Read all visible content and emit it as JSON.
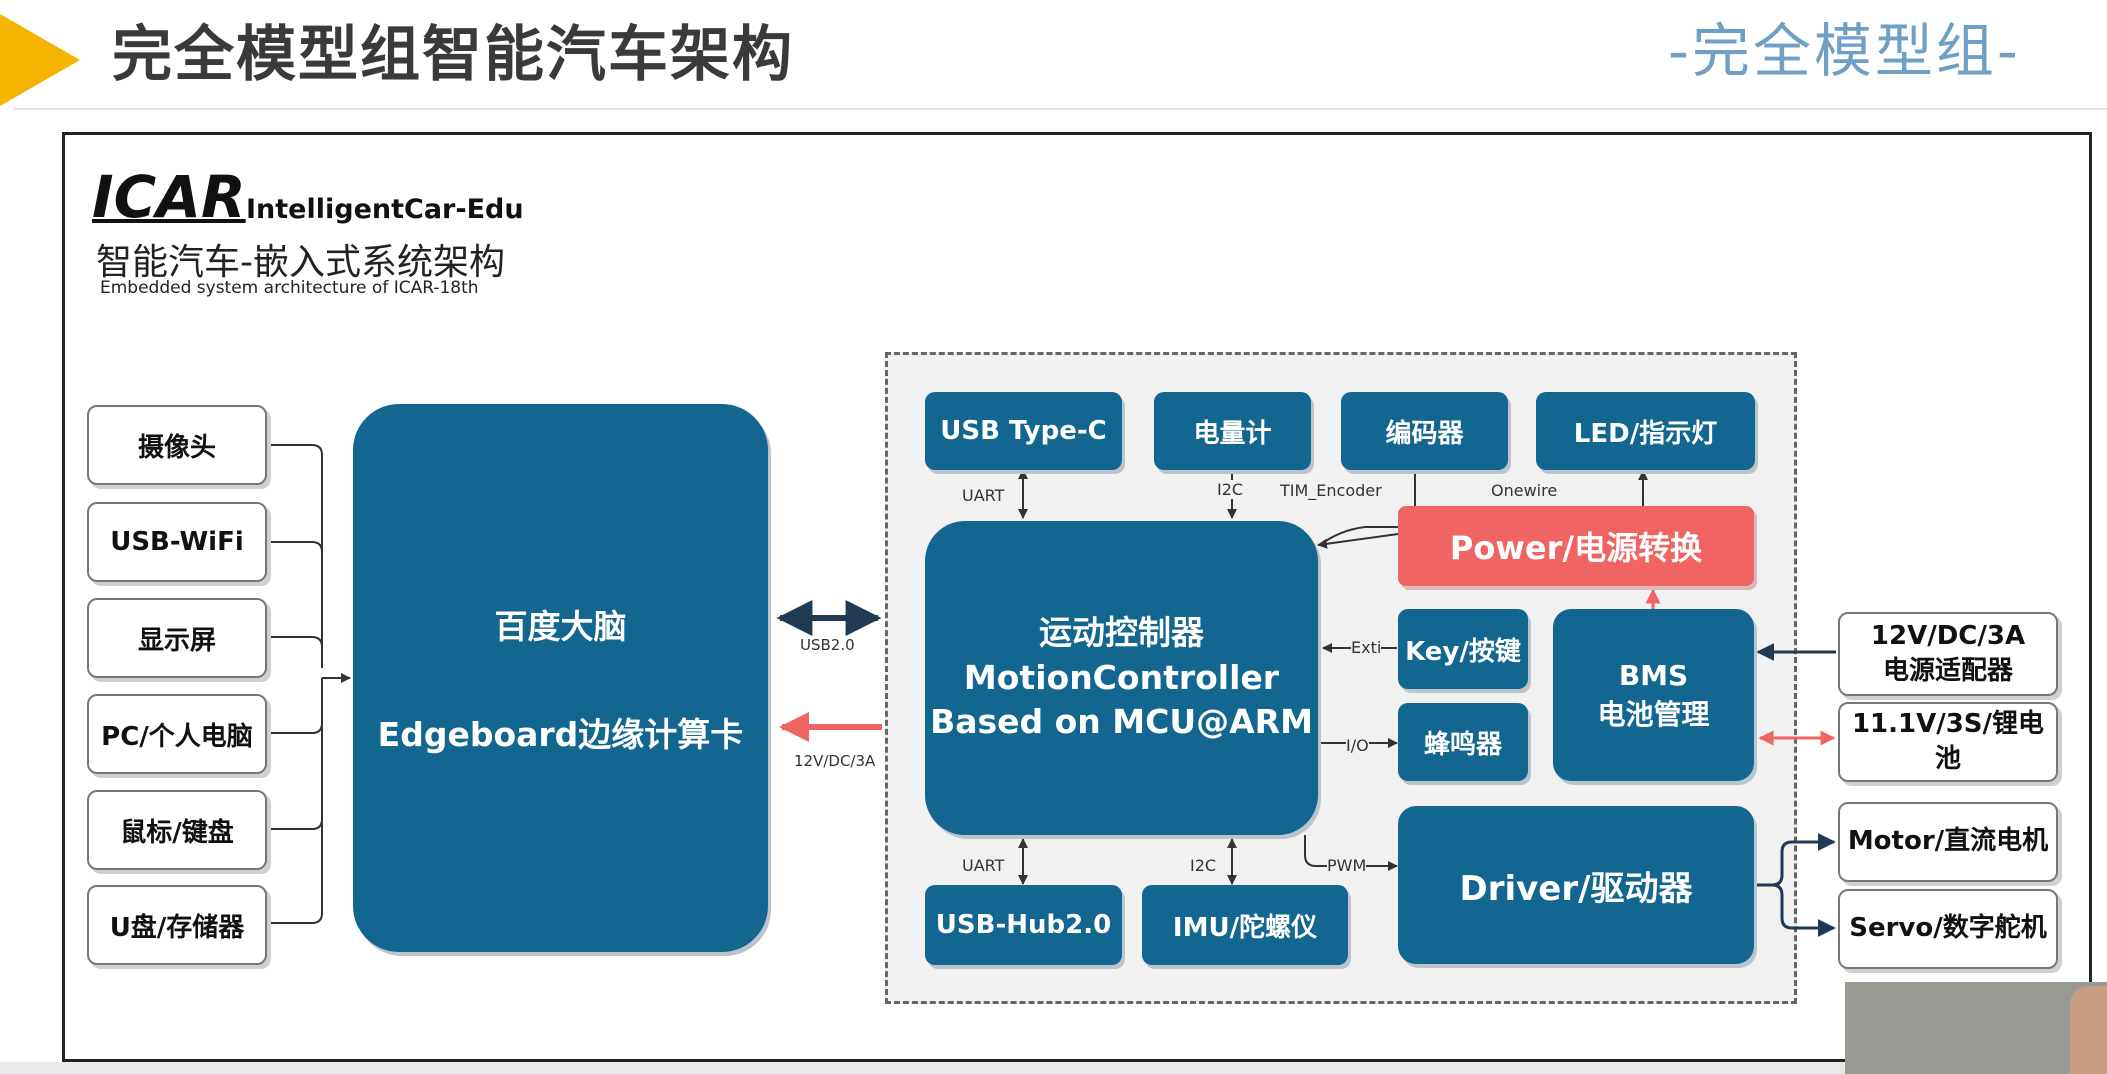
{
  "header": {
    "title": "完全模型组智能汽车架构",
    "tag": "-完全模型组-"
  },
  "logo": {
    "brand": "ICAR",
    "subtitle": "IntelligentCar-Edu",
    "title_cn": "智能汽车-嵌入式系统架构",
    "title_en": "Embedded system architecture of  ICAR-18th"
  },
  "peripherals": [
    "摄像头",
    "USB-WiFi",
    "显示屏",
    "PC/个人电脑",
    "鼠标/键盘",
    "U盘/存储器"
  ],
  "edgeboard": {
    "line1": "百度大脑",
    "line2": "Edgeboard边缘计算卡"
  },
  "links": {
    "usb": "USB2.0",
    "power": "12V/DC/3A"
  },
  "controller": {
    "line1": "运动控制器",
    "line2": "MotionController",
    "line3": "Based on MCU@ARM"
  },
  "top_modules": [
    "USB Type-C",
    "电量计",
    "编码器",
    "LED/指示灯"
  ],
  "bus_labels": {
    "uart_top": "UART",
    "i2c_top": "I2C",
    "tim": "TIM_Encoder",
    "onewire": "Onewire",
    "exti": "Exti",
    "io": "I/O",
    "pwm": "PWM",
    "uart_bottom": "UART",
    "i2c_bottom": "I2C"
  },
  "power": "Power/电源转换",
  "key": "Key/按键",
  "buzzer": "蜂鸣器",
  "bms": {
    "line1": "BMS",
    "line2": "电池管理"
  },
  "driver": "Driver/驱动器",
  "bottom_modules": [
    "USB-Hub2.0",
    "IMU/陀螺仪"
  ],
  "power_inputs": {
    "adapter_line1": "12V/DC/3A",
    "adapter_line2": "电源适配器",
    "battery": "11.1V/3S/锂电池"
  },
  "outputs": [
    "Motor/直流电机",
    "Servo/数字舵机"
  ],
  "colors": {
    "module_blue": "#12668f",
    "power_red": "#f06464",
    "accent_yellow": "#f5b400",
    "arrow_dark": "#1f3a52",
    "arrow_red": "#f06464"
  }
}
